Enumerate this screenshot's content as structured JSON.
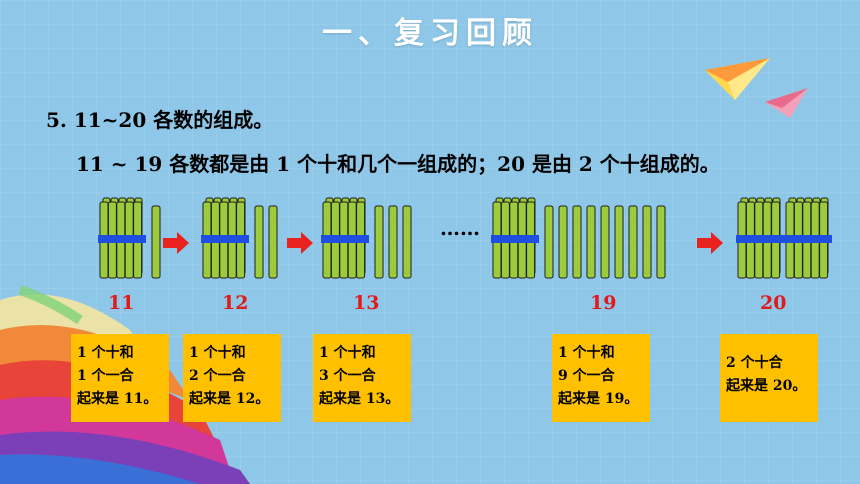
{
  "slide": {
    "title": "一、复习回顾",
    "heading": "5. 11~20 各数的组成。",
    "description": "11 ~ 19 各数都是由 1 个十和几个一组成的；20 是由 2 个十组成的。",
    "ellipsis": "……"
  },
  "groups": [
    {
      "number": "11",
      "bundles": 1,
      "singles": 1,
      "lines": [
        "1 个十和",
        "1 个一合",
        "起来是 11。"
      ]
    },
    {
      "number": "12",
      "bundles": 1,
      "singles": 2,
      "lines": [
        "1 个十和",
        "2 个一合",
        "起来是 12。"
      ]
    },
    {
      "number": "13",
      "bundles": 1,
      "singles": 3,
      "lines": [
        "1 个十和",
        "3 个一合",
        "起来是 13。"
      ]
    },
    {
      "number": "19",
      "bundles": 1,
      "singles": 9,
      "lines": [
        "1 个十和",
        "9 个一合",
        "起来是 19。"
      ]
    },
    {
      "number": "20",
      "bundles": 2,
      "singles": 0,
      "lines": [
        "2 个十合",
        "起来是 20。"
      ]
    }
  ],
  "colors": {
    "background": "#8fc7e8",
    "stick": "#9ccc3c",
    "stick_outline": "#1e1e1e",
    "band": "#1f4ee0",
    "arrow": "#e8231f",
    "number": "#e21a1a",
    "box": "#ffc000"
  },
  "icons": [
    "paper-plane-icon",
    "arrow-right-icon"
  ]
}
